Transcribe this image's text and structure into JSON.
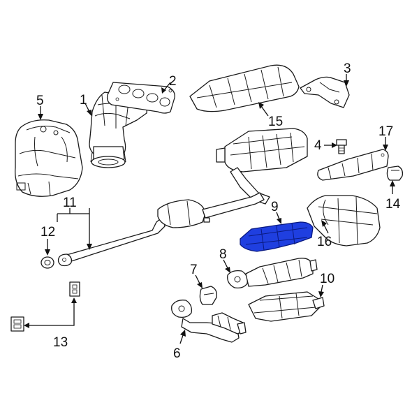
{
  "diagram": {
    "highlight_color": "#1f3fe0",
    "callouts": [
      {
        "id": "c1",
        "label": "1"
      },
      {
        "id": "c2",
        "label": "2"
      },
      {
        "id": "c3",
        "label": "3"
      },
      {
        "id": "c4",
        "label": "4"
      },
      {
        "id": "c5",
        "label": "5"
      },
      {
        "id": "c6",
        "label": "6"
      },
      {
        "id": "c7",
        "label": "7"
      },
      {
        "id": "c8",
        "label": "8"
      },
      {
        "id": "c9",
        "label": "9"
      },
      {
        "id": "c10",
        "label": "10"
      },
      {
        "id": "c11",
        "label": "11"
      },
      {
        "id": "c12",
        "label": "12"
      },
      {
        "id": "c13",
        "label": "13"
      },
      {
        "id": "c14",
        "label": "14"
      },
      {
        "id": "c15",
        "label": "15"
      },
      {
        "id": "c16",
        "label": "16"
      },
      {
        "id": "c17",
        "label": "17"
      }
    ]
  }
}
